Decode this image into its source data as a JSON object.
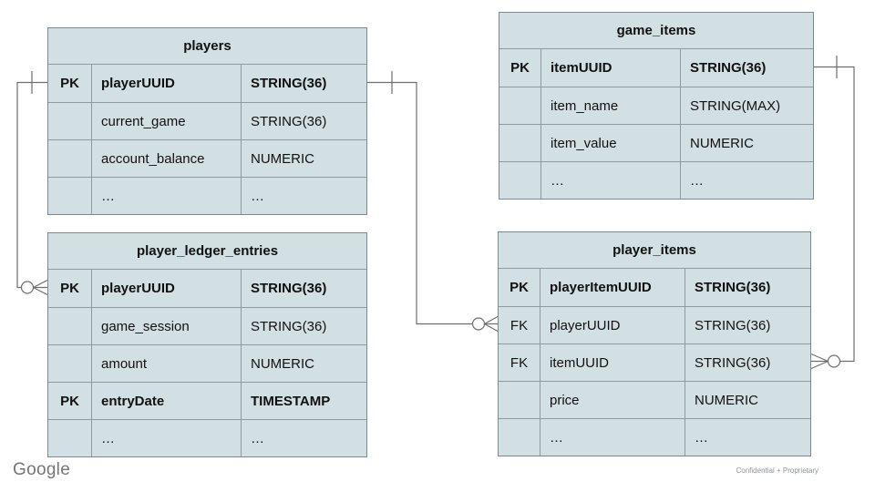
{
  "slide": {
    "footer_logo": "Google",
    "footer_note": "Confidential + Proprietary"
  },
  "colors": {
    "table_fill": "#d3e0e3",
    "table_border": "#8f9b9d",
    "connector": "#6e6e6e",
    "text": "#111111",
    "footer_text": "#757575"
  },
  "tables": {
    "players": {
      "title": "players",
      "rows": [
        {
          "key": "PK",
          "name": "playerUUID",
          "type": "STRING(36)"
        },
        {
          "key": "",
          "name": "current_game",
          "type": "STRING(36)"
        },
        {
          "key": "",
          "name": "account_balance",
          "type": "NUMERIC"
        },
        {
          "key": "",
          "name": "…",
          "type": "…"
        }
      ]
    },
    "game_items": {
      "title": "game_items",
      "rows": [
        {
          "key": "PK",
          "name": "itemUUID",
          "type": "STRING(36)"
        },
        {
          "key": "",
          "name": "item_name",
          "type": "STRING(MAX)"
        },
        {
          "key": "",
          "name": "item_value",
          "type": "NUMERIC"
        },
        {
          "key": "",
          "name": "…",
          "type": "…"
        }
      ]
    },
    "player_ledger_entries": {
      "title": "player_ledger_entries",
      "rows": [
        {
          "key": "PK",
          "name": "playerUUID",
          "type": "STRING(36)"
        },
        {
          "key": "",
          "name": "game_session",
          "type": "STRING(36)"
        },
        {
          "key": "",
          "name": "amount",
          "type": "NUMERIC"
        },
        {
          "key": "PK",
          "name": "entryDate",
          "type": "TIMESTAMP"
        },
        {
          "key": "",
          "name": "…",
          "type": "…"
        }
      ]
    },
    "player_items": {
      "title": "player_items",
      "rows": [
        {
          "key": "PK",
          "name": "playerItemUUID",
          "type": "STRING(36)"
        },
        {
          "key": "FK",
          "name": "playerUUID",
          "type": "STRING(36)"
        },
        {
          "key": "FK",
          "name": "itemUUID",
          "type": "STRING(36)"
        },
        {
          "key": "",
          "name": "price",
          "type": "NUMERIC"
        },
        {
          "key": "",
          "name": "…",
          "type": "…"
        }
      ]
    }
  },
  "relationships": [
    {
      "from_table": "players",
      "from_column": "playerUUID",
      "from_cardinality": "one",
      "to_table": "player_ledger_entries",
      "to_column": "playerUUID",
      "to_cardinality": "zero-or-many"
    },
    {
      "from_table": "players",
      "from_column": "playerUUID",
      "from_cardinality": "one",
      "to_table": "player_items",
      "to_column": "playerUUID",
      "to_cardinality": "zero-or-many"
    },
    {
      "from_table": "game_items",
      "from_column": "itemUUID",
      "from_cardinality": "one",
      "to_table": "player_items",
      "to_column": "itemUUID",
      "to_cardinality": "zero-or-many"
    }
  ]
}
